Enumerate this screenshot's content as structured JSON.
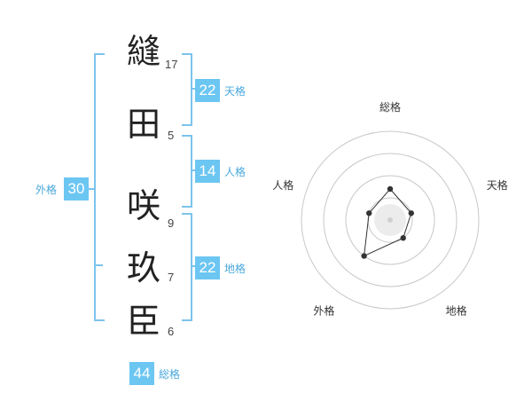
{
  "name": {
    "chars": [
      {
        "char": "縫",
        "strokes": "17"
      },
      {
        "char": "田",
        "strokes": "5"
      },
      {
        "char": "咲",
        "strokes": "9"
      },
      {
        "char": "玖",
        "strokes": "7"
      },
      {
        "char": "臣",
        "strokes": "6"
      }
    ]
  },
  "fortune": {
    "tenkaku": {
      "value": "22",
      "label": "天格"
    },
    "jinkaku": {
      "value": "14",
      "label": "人格"
    },
    "chikaku": {
      "value": "22",
      "label": "地格"
    },
    "gaikaku": {
      "value": "30",
      "label": "外格"
    },
    "soukaku": {
      "value": "44",
      "label": "総格"
    }
  },
  "accent_color": "#6cc6f2",
  "chart_data": {
    "type": "radar",
    "axes": [
      "総格",
      "天格",
      "地格",
      "外格",
      "人格"
    ],
    "rings": 4,
    "values": [
      0.35,
      0.25,
      0.25,
      0.5,
      0.25
    ],
    "max": 1
  }
}
